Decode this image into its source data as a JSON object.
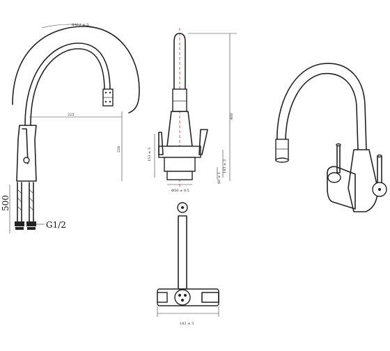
{
  "colors": {
    "line": "#222222",
    "centerline": "#e03030",
    "background": "#ffffff"
  },
  "labels": {
    "top_arc": "Φ412 ± 3",
    "reach": "225",
    "side_height": "226",
    "hose_length": "500",
    "thread": "G1/2",
    "total_height": "400",
    "body_height": "153 ± 3",
    "handle_height": "143 ± 3",
    "base_height": "60 ± 1",
    "base_diameter": "Φ50 ± 0.5",
    "plan_length": "143 ± 3"
  }
}
